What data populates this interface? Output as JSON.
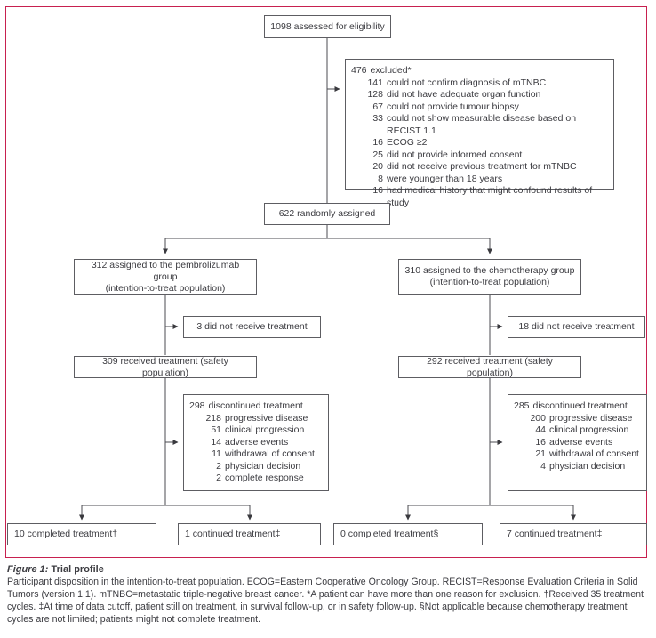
{
  "figure": {
    "label": "Figure 1:",
    "title": "Trial profile",
    "body": "Participant disposition in the intention-to-treat population. ECOG=Eastern Cooperative Oncology Group. RECIST=Response Evaluation Criteria in Solid Tumors (version 1.1). mTNBC=metastatic triple-negative breast cancer. *A patient can have more than one reason for exclusion. †Received 35 treatment cycles. ‡At time of data cutoff, patient still on treatment, in survival follow-up, or in safety follow-up. §Not applicable because chemotherapy treatment cycles are not limited; patients might not complete treatment."
  },
  "colors": {
    "frame_accent": "#C7204F",
    "box_border": "#5d5d62",
    "connector": "#4b4b50",
    "text": "#3b3b40"
  },
  "flow": {
    "assessed": "1098 assessed for eligibility",
    "excluded": {
      "title_n": "476",
      "title_text": "excluded*",
      "items": [
        {
          "n": "141",
          "text": "could not confirm diagnosis of mTNBC"
        },
        {
          "n": "128",
          "text": "did not have adequate organ function"
        },
        {
          "n": "67",
          "text": "could not provide tumour biopsy"
        },
        {
          "n": "33",
          "text": "could not show measurable disease based on RECIST 1.1"
        },
        {
          "n": "16",
          "text": "ECOG ≥2"
        },
        {
          "n": "25",
          "text": "did not provide informed consent"
        },
        {
          "n": "20",
          "text": "did not receive previous treatment for mTNBC"
        },
        {
          "n": "8",
          "text": "were younger than 18 years"
        },
        {
          "n": "16",
          "text": "had medical history that might confound results of study"
        }
      ]
    },
    "randomized": "622 randomly assigned",
    "pembro": {
      "assigned1": "312 assigned to the pembrolizumab group",
      "assigned2": "(intention-to-treat population)",
      "not_treated": "3 did not receive treatment",
      "treated": "309 received treatment (safety population)",
      "disc": {
        "title_n": "298",
        "title_text": "discontinued treatment",
        "items": [
          {
            "n": "218",
            "text": "progressive disease"
          },
          {
            "n": "51",
            "text": "clinical progression"
          },
          {
            "n": "14",
            "text": "adverse events"
          },
          {
            "n": "11",
            "text": "withdrawal of consent"
          },
          {
            "n": "2",
            "text": "physician decision"
          },
          {
            "n": "2",
            "text": "complete response"
          }
        ]
      },
      "completed": "10 completed treatment†",
      "continued": "1 continued treatment‡"
    },
    "chemo": {
      "assigned1": "310 assigned to the chemotherapy group",
      "assigned2": "(intention-to-treat population)",
      "not_treated": "18 did not receive treatment",
      "treated": "292 received treatment (safety population)",
      "disc": {
        "title_n": "285",
        "title_text": "discontinued treatment",
        "items": [
          {
            "n": "200",
            "text": "progressive disease"
          },
          {
            "n": "44",
            "text": "clinical progression"
          },
          {
            "n": "16",
            "text": "adverse events"
          },
          {
            "n": "21",
            "text": "withdrawal of consent"
          },
          {
            "n": "4",
            "text": "physician decision"
          }
        ]
      },
      "completed": "0 completed treatment§",
      "continued": "7 continued treatment‡"
    }
  }
}
